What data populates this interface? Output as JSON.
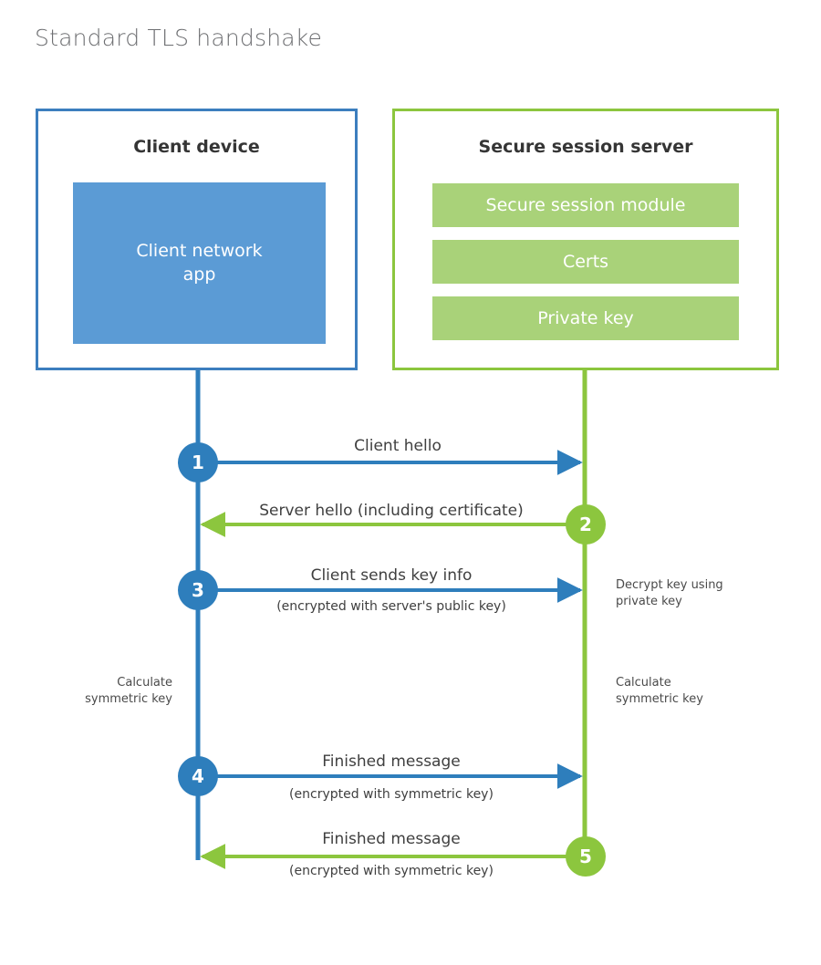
{
  "title": "Standard TLS handshake",
  "colors": {
    "client_border": "#3c7ebe",
    "client_fill": "#5b9bd5",
    "server_border": "#8cc63e",
    "server_fill": "#a9d279",
    "client_arrow": "#2e7ebc",
    "server_arrow": "#8cc63e",
    "title_text": "#6d6e71",
    "body_text": "#3f3f3f"
  },
  "client": {
    "title": "Client device",
    "app_label": "Client network\napp",
    "app_label_line1": "Client network",
    "app_label_line2": "app"
  },
  "server": {
    "title": "Secure session server",
    "modules": [
      {
        "label": "Secure session module"
      },
      {
        "label": "Certs"
      },
      {
        "label": "Private key"
      }
    ]
  },
  "steps": [
    {
      "number": "1",
      "direction": "client-to-server",
      "label": "Client hello",
      "sublabel": ""
    },
    {
      "number": "2",
      "direction": "server-to-client",
      "label": "Server hello (including certificate)",
      "sublabel": ""
    },
    {
      "number": "3",
      "direction": "client-to-server",
      "label": "Client sends key info",
      "sublabel": "(encrypted with server's public key)"
    },
    {
      "number": "4",
      "direction": "client-to-server",
      "label": "Finished message",
      "sublabel": "(encrypted with symmetric key)"
    },
    {
      "number": "5",
      "direction": "server-to-client",
      "label": "Finished message",
      "sublabel": "(encrypted with symmetric key)"
    }
  ],
  "notes": {
    "decrypt_line1": "Decrypt key using",
    "decrypt_line2": "private key",
    "client_calc_line1": "Calculate",
    "client_calc_line2": "symmetric key",
    "server_calc_line1": "Calculate",
    "server_calc_line2": "symmetric key"
  }
}
